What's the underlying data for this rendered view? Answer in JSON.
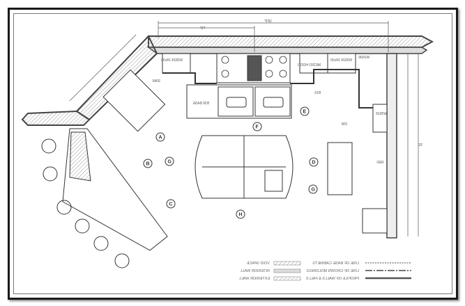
{
  "drawing": {
    "dimensions": {
      "overall_top": "18'9\"",
      "partial_top": "7'3\"",
      "right_side": "15'"
    },
    "cabinet_labels": [
      "W3024 24x30",
      "W3024 24x30",
      "B36 BASE",
      "MICRO HOOD",
      "B15",
      "W2436",
      "W3618",
      "DW",
      "REF",
      "SINK"
    ],
    "section_markers": [
      "A",
      "B",
      "G",
      "C",
      "H",
      "F",
      "E",
      "D",
      "G"
    ],
    "legend": {
      "left": [
        "VOID SPACE",
        "INTERIOR WALL",
        "EXTERIOR WALL"
      ],
      "right": [
        "LINE OF BASE CABINETS",
        "LINE OF CROWN MOLDINGS",
        "PROFILE OF WALLS & FALLS"
      ]
    },
    "colors": {
      "wall": "#555555",
      "line": "#333333",
      "frame": "#1a1a1a"
    }
  }
}
